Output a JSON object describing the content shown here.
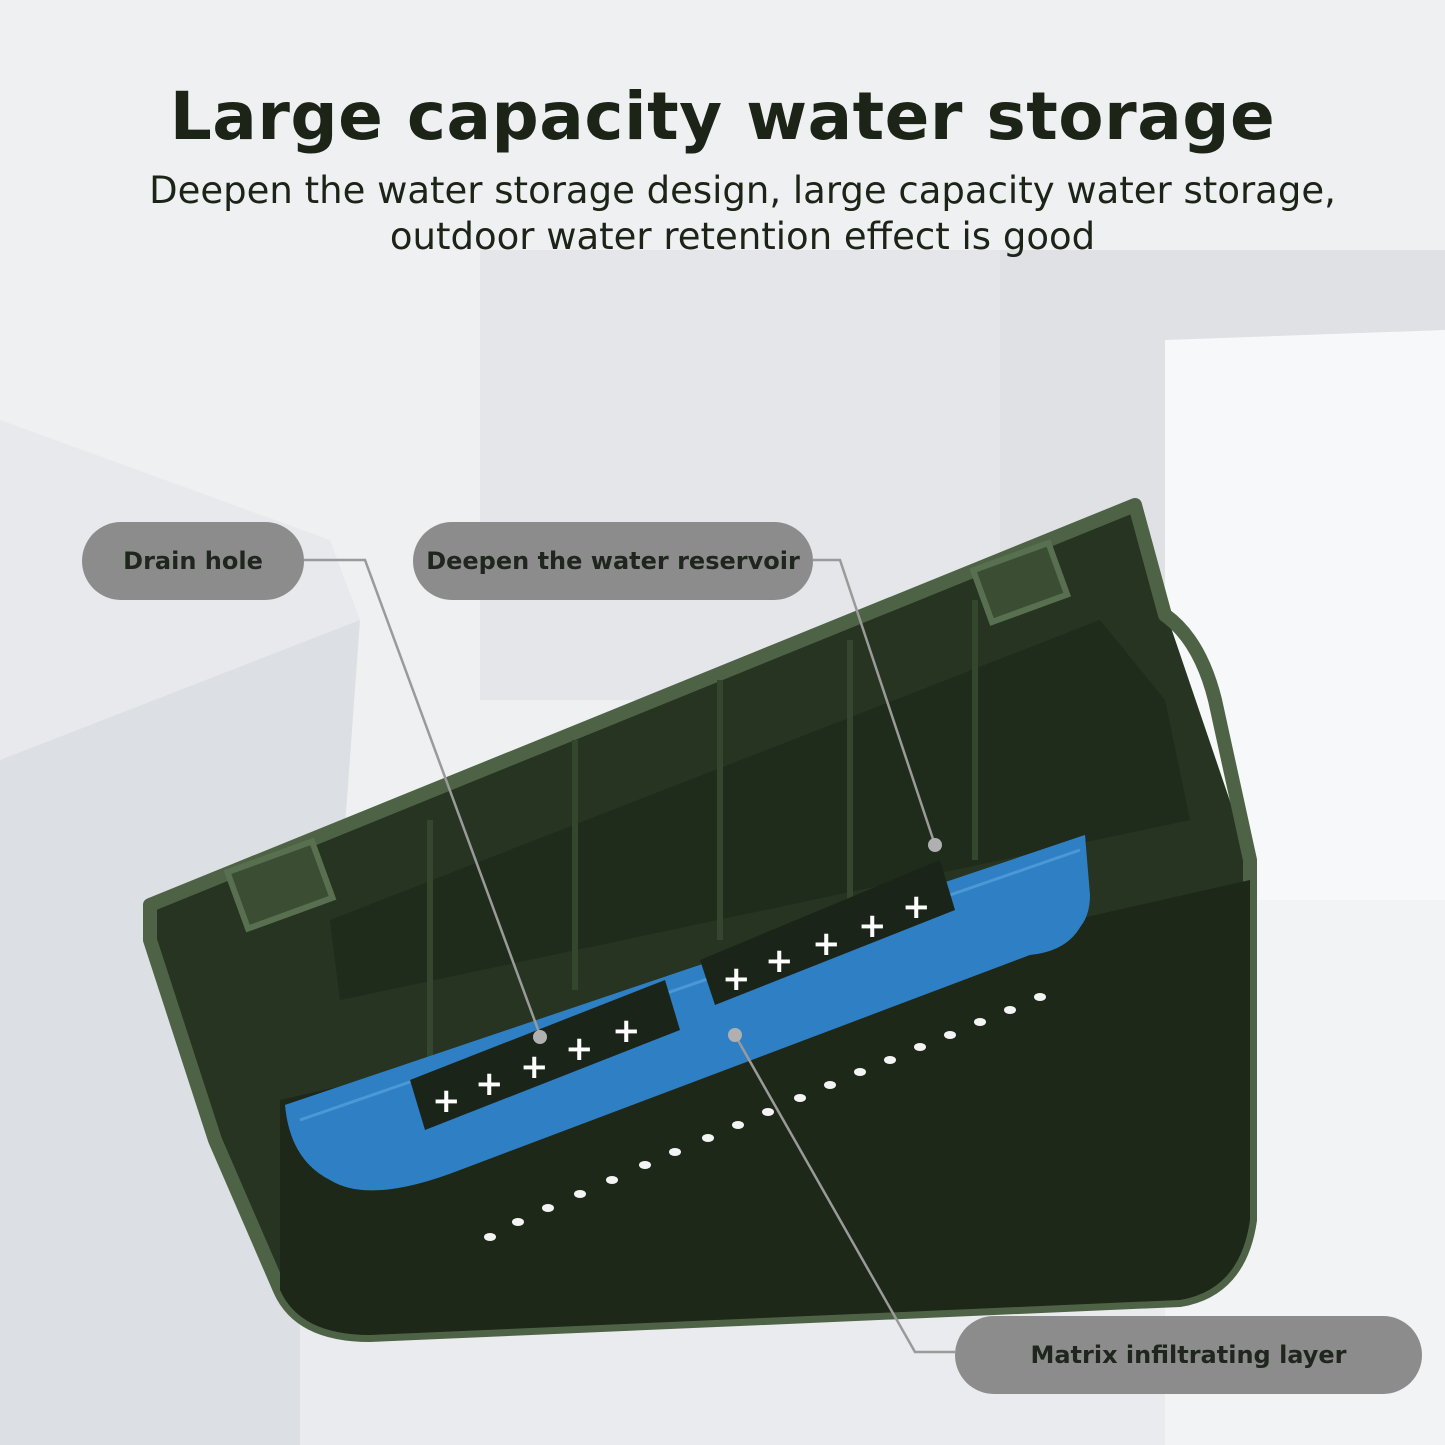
{
  "header": {
    "title": "Large capacity water storage",
    "subtitle_line1": "Deepen the water storage design, large capacity water storage,",
    "subtitle_line2": "outdoor water retention effect is good"
  },
  "callouts": {
    "drain_hole": "Drain hole",
    "deepen_reservoir": "Deepen the water reservoir",
    "matrix_layer": "Matrix infiltrating layer"
  },
  "colors": {
    "planter_green": "#2a3a24",
    "planter_rim": "#4e6346",
    "reservoir_blue": "#2f7fc4",
    "callout_gray": "#8c8c8c",
    "text_dark": "#1c2418"
  }
}
